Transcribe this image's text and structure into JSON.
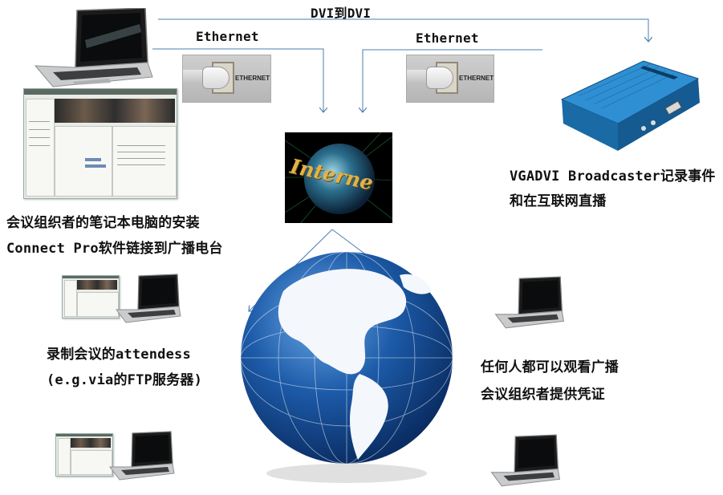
{
  "diagram": {
    "top_link_label": "DVI到DVI",
    "ethernet_left_label": "Ethernet",
    "ethernet_right_label": "Ethernet",
    "ethernet_port_text": "ETHERNET",
    "internet_logo_text": "Interne",
    "device_label_line1": "VGADVI Broadcaster记录事件",
    "device_label_line2": "和在互联网直播",
    "organizer_label_line1": "会议组织者的笔记本电脑的安装",
    "organizer_label_line2": "Connect Pro软件链接到广播电台",
    "recording_label_line1": "录制会议的attendess",
    "recording_label_line2": "(e.g.via的FTP服务器)",
    "viewer_label_line1": "任何人都可以观看广播",
    "viewer_label_line2": "会议组织者提供凭证"
  },
  "colors": {
    "arrow": "#4a7fb0",
    "device_blue": "#1f7fc4",
    "globe_ocean": "#1c5aa8",
    "globe_land": "#ffffff"
  }
}
